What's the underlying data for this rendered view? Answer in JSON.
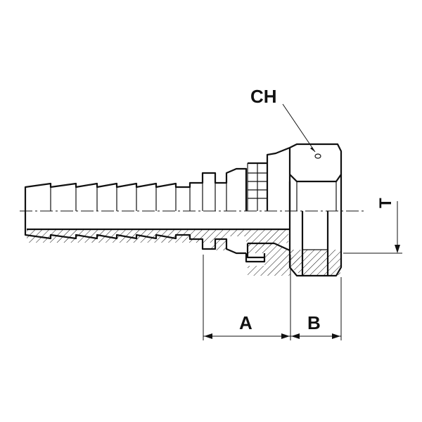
{
  "labels": {
    "ch": "CH",
    "a": "A",
    "b": "B",
    "t": "T"
  }
}
